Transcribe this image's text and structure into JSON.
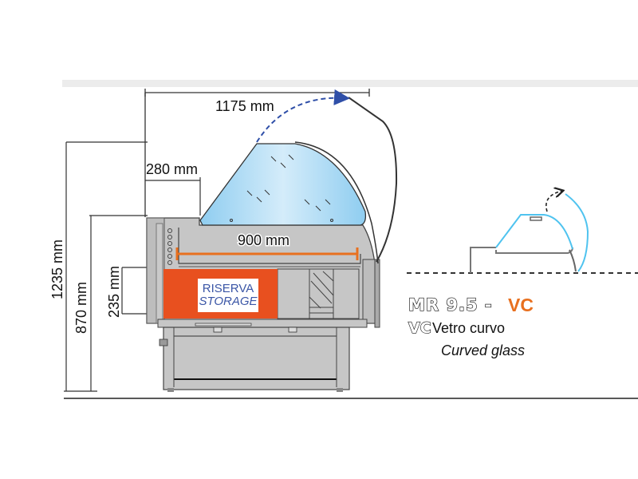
{
  "diagram": {
    "model": "MR 9.5",
    "model_separator": "-",
    "variant_code": "VC",
    "variant_code_label": "VC",
    "variant_name_it": "Vetro curvo",
    "variant_name_en": "Curved glass",
    "storage_label_it": "RISERVA",
    "storage_label_en": "STORAGE",
    "dimensions": {
      "total_depth": "1175 mm",
      "top_shelf": "280 mm",
      "internal_depth": "900 mm",
      "total_height": "1235 mm",
      "counter_height": "870 mm",
      "storage_height": "235 mm"
    },
    "colors": {
      "accent_orange": "#e8501f",
      "dimension_orange": "#e8701f",
      "glass_blue": "#a9d8f2",
      "glass_outline_blue": "#4fc3ef",
      "arrow_blue": "#2f4fa8",
      "body_gray": "#c6c6c6",
      "header_bar": "#ececec"
    }
  }
}
